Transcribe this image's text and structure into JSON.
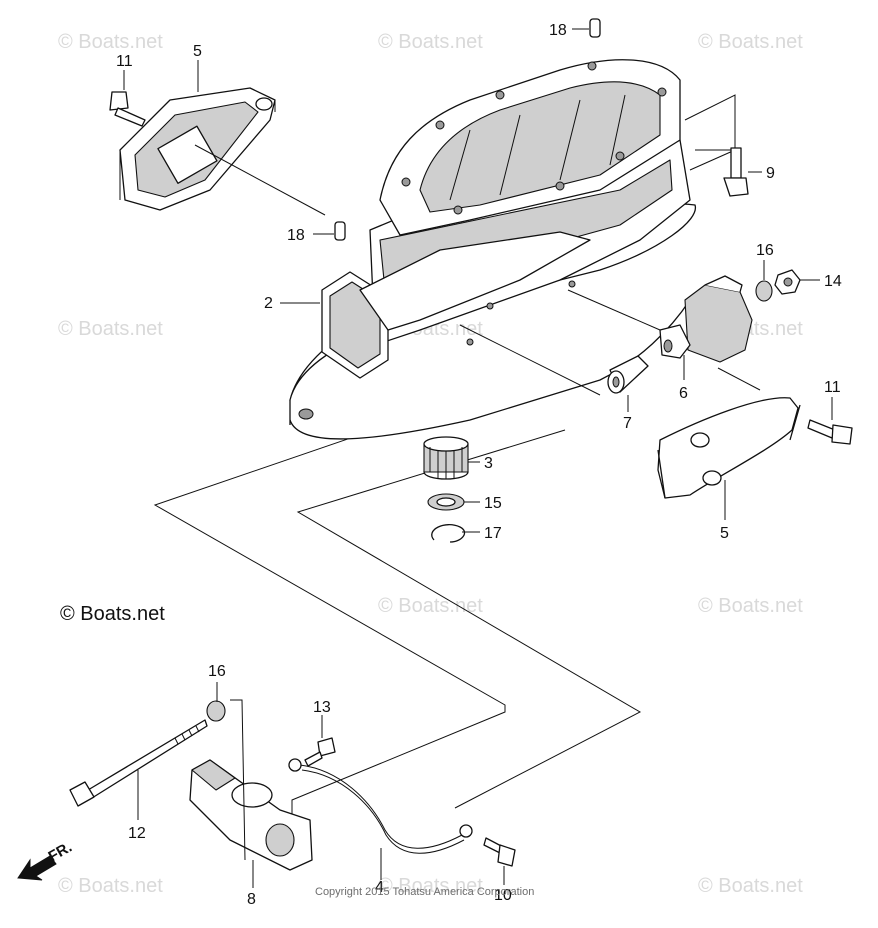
{
  "watermarks": [
    "© Boats.net",
    "© Boats.net",
    "© Boats.net",
    "© Boats.net",
    "© Boats.net",
    "© Boats.net",
    "© Boats.net",
    "© Boats.net",
    "© Boats.net",
    "© Boats.net",
    "© Boats.net"
  ],
  "main_watermark": "© Boats.net",
  "copyright": "Copyright 2015 Tohatsu America Corporation",
  "front_indicator": "FR.",
  "callouts": {
    "p2": "2",
    "p3": "3",
    "p4": "4",
    "p5_top": "5",
    "p5_right": "5",
    "p6": "6",
    "p7": "7",
    "p8": "8",
    "p9": "9",
    "p10": "10",
    "p11_top": "11",
    "p11_right": "11",
    "p12": "12",
    "p13": "13",
    "p14": "14",
    "p15": "15",
    "p16_top": "16",
    "p16_bottom": "16",
    "p17": "17",
    "p18_top": "18",
    "p18_left": "18"
  },
  "colors": {
    "line": "#111111",
    "shade": "#cfcfcf",
    "watermark": "#d9d9d9",
    "background": "#ffffff"
  }
}
